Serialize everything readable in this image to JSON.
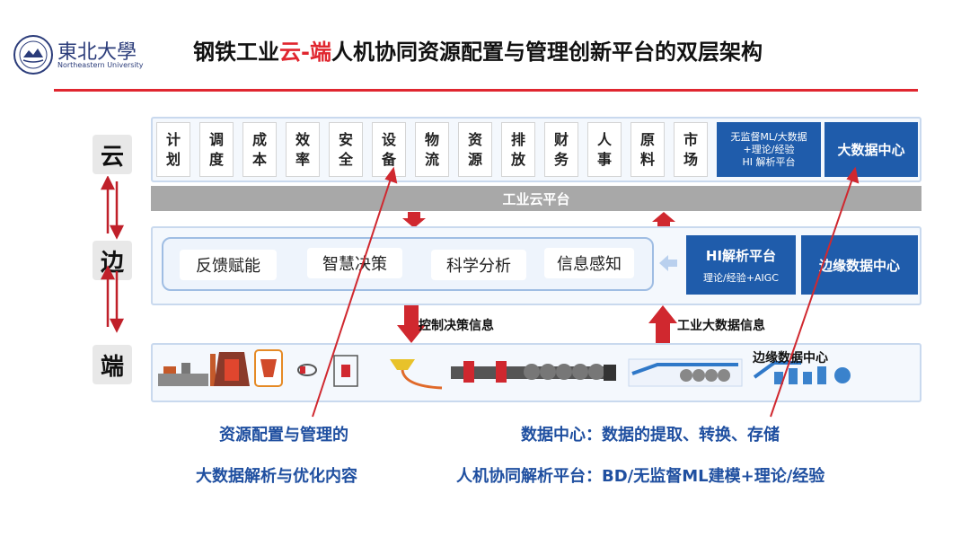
{
  "header": {
    "university_cn": "東北大學",
    "university_en": "Northeastern University",
    "title_part1": "钢铁工业",
    "title_highlight": "云-端",
    "title_part2": "人机协同资源配置与管理创新平台的双层架构"
  },
  "layers": [
    "云",
    "边",
    "端"
  ],
  "cloud": {
    "modules": [
      "计划",
      "调度",
      "成本",
      "效率",
      "安全",
      "设备",
      "物流",
      "资源",
      "排放",
      "财务",
      "人事",
      "原料",
      "市场"
    ],
    "hi_platform_lines": [
      "无监督ML/大数据",
      "+理论/经验",
      "HI 解析平台"
    ],
    "data_center": "大数据中心",
    "platform_bar": "工业云平台"
  },
  "edge": {
    "items": [
      "反馈赋能",
      "智慧决策",
      "科学分析",
      "信息感知"
    ],
    "hi_platform_title": "HI解析平台",
    "hi_platform_sub": "理论/经验+AIGC",
    "data_center": "边缘数据中心"
  },
  "flows": {
    "down_label": "控制决策信息",
    "up_label": "工业大数据信息"
  },
  "end": {
    "data_center": "边缘数据中心"
  },
  "annotations": {
    "left_line1": "资源配置与管理的",
    "left_line2": "大数据解析与优化内容",
    "right_line1": "数据中心：数据的提取、转换、存储",
    "right_line2": "人机协同解析平台：BD/无监督ML建模+理论/经验"
  },
  "colors": {
    "accent_red": "#e0262f",
    "accent_blue": "#1f5cab",
    "annotation_blue": "#1f4fa0",
    "bar_gray": "#a8a8a8"
  }
}
